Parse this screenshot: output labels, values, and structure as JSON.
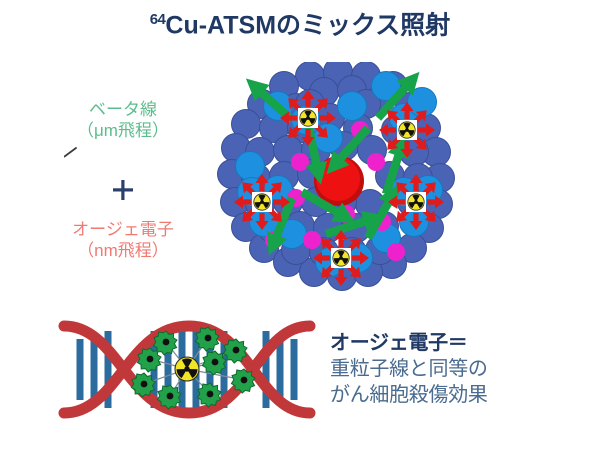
{
  "title": {
    "superscript": "64",
    "main": "Cu-ATSMのミックス照射",
    "full": "64Cu-ATSMのミックス照射",
    "color": "#1f3864"
  },
  "legend": {
    "beta": {
      "label": "ベータ線",
      "range": "（μm飛程）",
      "color": "#5cbd8c"
    },
    "plus": {
      "label": "＋",
      "color": "#203864"
    },
    "auger": {
      "label": "オージェ電子",
      "range": "（nm飛程）",
      "color": "#f07a72"
    }
  },
  "cell_diagram": {
    "name": "tumor-cell-cluster",
    "nucleus_color": "#ee1111",
    "cell_color_dark": "#4a63b5",
    "cell_color_light": "#1e90e0",
    "organelle_color": "#ee22cc",
    "beta_arrow_color": "#16a34a",
    "auger_arrow_color": "#e01b1b",
    "radiation_symbol_count": 5,
    "radiation_symbol_label": "radiation-hazard-trefoil"
  },
  "dna_diagram": {
    "name": "dna-double-helix-damage",
    "backbone_color": "#c1383a",
    "rung_color": "#2b6b9e",
    "damage_color": "#22a04a",
    "radiation_symbol_color": "#f2e527",
    "damage_burst_count": 9
  },
  "caption": {
    "heading": "オージェ電子＝",
    "line1": "重粒子線と同等の",
    "line2": "がん細胞殺傷効果",
    "heading_color": "#1f3864",
    "body_color": "#4a6b8f"
  }
}
